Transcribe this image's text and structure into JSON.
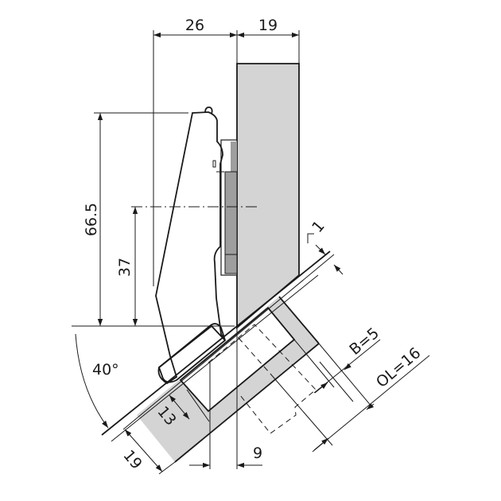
{
  "title": "Concealed hinge 40° angled installation drawing",
  "colors": {
    "panel": "#d4d4d4",
    "plate": "#9e9e9e",
    "line": "#1a1a1a"
  },
  "dimensions": {
    "arm_offset": "26",
    "side_thickness": "19",
    "height_total": "66.5",
    "height_center": "37",
    "angle": "40°",
    "gap": "1",
    "bore_distance": "B=5",
    "overlay": "OL=16",
    "cup_depth": "13",
    "door_thickness": "19",
    "offset": "9"
  }
}
